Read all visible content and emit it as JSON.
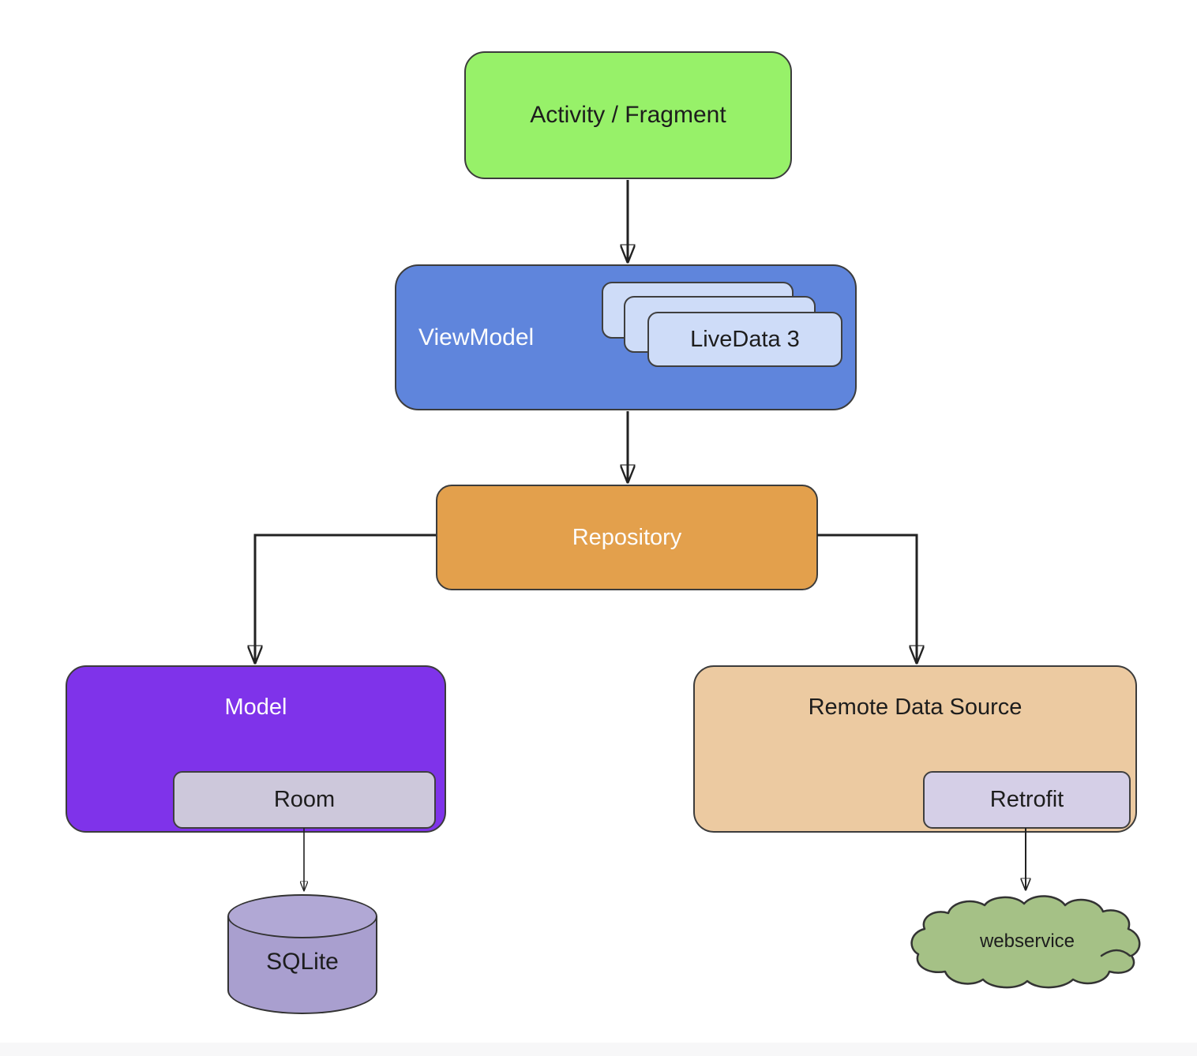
{
  "diagram": {
    "type": "flowchart",
    "background": "#ffffff",
    "border_color": "#3c3c3c",
    "arrow_color": "#222222",
    "nodes": {
      "activity": {
        "label": "Activity / Fragment",
        "fill": "#97f169",
        "text_color": "#1d1d1d",
        "shape": "rounded-rect"
      },
      "viewmodel": {
        "label": "ViewModel",
        "fill": "#5f85dc",
        "text_color": "#fdfdfd",
        "shape": "rounded-rect"
      },
      "livedata": {
        "label": "LiveData 3",
        "fill": "#cedcf8",
        "text_color": "#1d1d1d",
        "shape": "stacked-cards",
        "stack_count": 3
      },
      "repository": {
        "label": "Repository",
        "fill": "#e3a04c",
        "text_color": "#fdfdfd",
        "shape": "rounded-rect"
      },
      "model": {
        "label": "Model",
        "fill": "#7f33ea",
        "text_color": "#fdfdfd",
        "shape": "rounded-rect"
      },
      "room": {
        "label": "Room",
        "fill": "#cdc8db",
        "text_color": "#1d1d1d",
        "shape": "rounded-rect"
      },
      "remote_data_source": {
        "label": "Remote Data Source",
        "fill": "#eccaa1",
        "text_color": "#1d1d1d",
        "shape": "rounded-rect"
      },
      "retrofit": {
        "label": "Retrofit",
        "fill": "#d5cfe7",
        "text_color": "#1d1d1d",
        "shape": "rounded-rect"
      },
      "sqlite": {
        "label": "SQLite",
        "fill": "#a99fcf",
        "fill_top": "#b1a8d5",
        "text_color": "#1d1d1d",
        "shape": "cylinder"
      },
      "webservice": {
        "label": "webservice",
        "fill": "#a5c186",
        "text_color": "#1d1d1d",
        "shape": "cloud"
      }
    },
    "edges": [
      {
        "from": "activity",
        "to": "viewmodel",
        "style": "thick-arrow"
      },
      {
        "from": "viewmodel",
        "to": "repository",
        "style": "thick-arrow"
      },
      {
        "from": "repository",
        "to": "model",
        "style": "thick-elbow-arrow"
      },
      {
        "from": "repository",
        "to": "remote_data_source",
        "style": "thick-elbow-arrow"
      },
      {
        "from": "room",
        "to": "sqlite",
        "style": "thin-arrow"
      },
      {
        "from": "retrofit",
        "to": "webservice",
        "style": "thin-arrow"
      }
    ]
  }
}
